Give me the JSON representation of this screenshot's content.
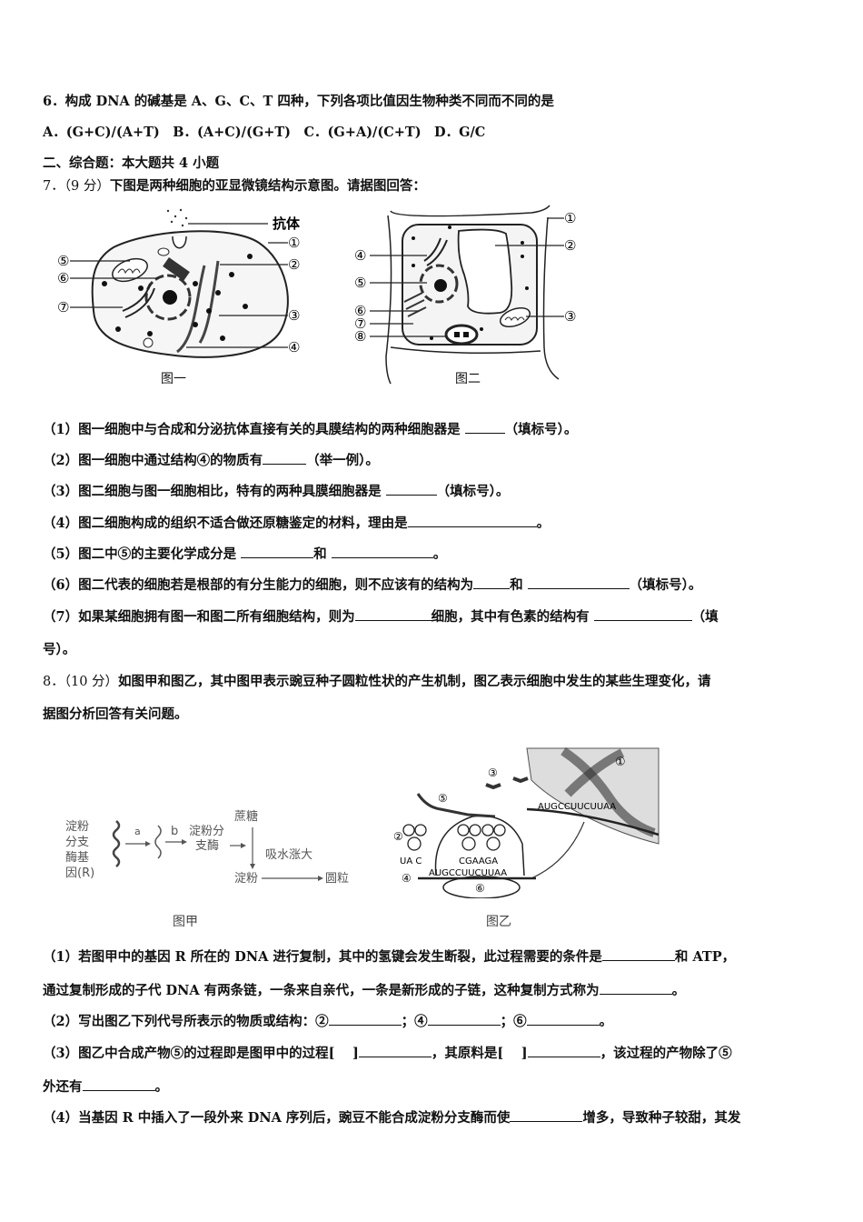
{
  "q6": {
    "stem": "6．构成 DNA 的碱基是 A、G、C、T 四种，下列各项比值因生物种类不同而不同的是",
    "options": "A．(G+C)/(A+T)　B．(A+C)/(G+T)　C．(G+A)/(C+T)　D．G/C"
  },
  "section2": {
    "title": "二、综合题：本大题共 4 小题"
  },
  "q7": {
    "number": "7．",
    "score": "（9 分）",
    "stem": "下图是两种细胞的亚显微镜结构示意图。请据图回答：",
    "fig1": {
      "caption": "图一",
      "labels": [
        "抗体",
        "①",
        "②",
        "③",
        "④",
        "⑤",
        "⑥",
        "⑦"
      ]
    },
    "fig2": {
      "caption": "图二",
      "labels": [
        "①",
        "②",
        "③",
        "④",
        "⑤",
        "⑥",
        "⑦",
        "⑧"
      ]
    },
    "sub": [
      {
        "pre": "（1）图一细胞中与合成和分泌抗体直接有关的具膜结构的两种细胞器是 ",
        "post": "（填标号）。"
      },
      {
        "pre": "（2）图一细胞中通过结构④的物质有",
        "post": "（举一例）。"
      },
      {
        "pre": "（3）图二细胞与图一细胞相比，特有的两种具膜细胞器是 ",
        "post": "（填标号）。"
      },
      {
        "pre": "（4）图二细胞构成的组织不适合做还原糖鉴定的材料，理由是",
        "post": "。"
      },
      {
        "pre": "（5）图二中⑤的主要化学成分是 ",
        "mid": "和 ",
        "post": "。"
      },
      {
        "pre": "（6）图二代表的细胞若是根部的有分生能力的细胞，则不应该有的结构为",
        "mid": "和 ",
        "post": "（填标号）。"
      },
      {
        "pre": "（7）如果某细胞拥有图一和图二所有细胞结构，则为",
        "mid": "细胞，其中有色素的结构有 ",
        "post": "（填",
        "wrap": "号）。"
      }
    ]
  },
  "q8": {
    "number": "8．",
    "score": "（10 分）",
    "stem_line1": "如图甲和图乙，其中图甲表示豌豆种子圆粒性状的产生机制，图乙表示细胞中发生的某些生理变化，请",
    "stem_line2": "据图分析回答有关问题。",
    "figA": {
      "caption": "图甲",
      "gene_label": [
        "淀粉",
        "分支",
        "酶基",
        "因(R)"
      ],
      "arrow_a": "a",
      "arrow_b": "b",
      "enzyme": [
        "淀粉分",
        "支酶"
      ],
      "sucrose": "蔗糖",
      "swell": "吸水涨大",
      "starch": "淀粉",
      "round": "圆粒"
    },
    "figB": {
      "caption": "图乙",
      "labels": [
        "①",
        "②",
        "③",
        "④",
        "⑤",
        "⑥"
      ],
      "anticodon1": "UA C",
      "anticodon2": "CGAAGA",
      "mrna": "AUGCCUUCUUAA",
      "mrna_top": "AUGCCUUCUUAA"
    },
    "sub": [
      {
        "pre": "（1）若图甲中的基因 R 所在的 DNA 进行复制，其中的氢键会发生断裂，此过程需要的条件是",
        "post": "和 ATP，"
      },
      {
        "pre": "通过复制形成的子代 DNA 有两条链，一条来自亲代，一条是新形成的子链，这种复制方式称为",
        "post": "。"
      },
      {
        "pre": "（2）写出图乙下列代号所表示的物质或结构：②",
        "mid1": "；④",
        "mid2": "；⑥",
        "post": "。"
      },
      {
        "pre": "（3）图乙中合成产物⑤的过程即是图甲中的过程[　 ]",
        "mid": "，其原料是[　 ]",
        "post": "，该过程的产物除了⑤"
      },
      {
        "pre": "外还有",
        "post": "。"
      },
      {
        "pre": "（4）当基因 R 中插入了一段外来 DNA 序列后，豌豆不能合成淀粉分支酶而使",
        "post": "增多，导致种子较甜，其发"
      }
    ]
  }
}
